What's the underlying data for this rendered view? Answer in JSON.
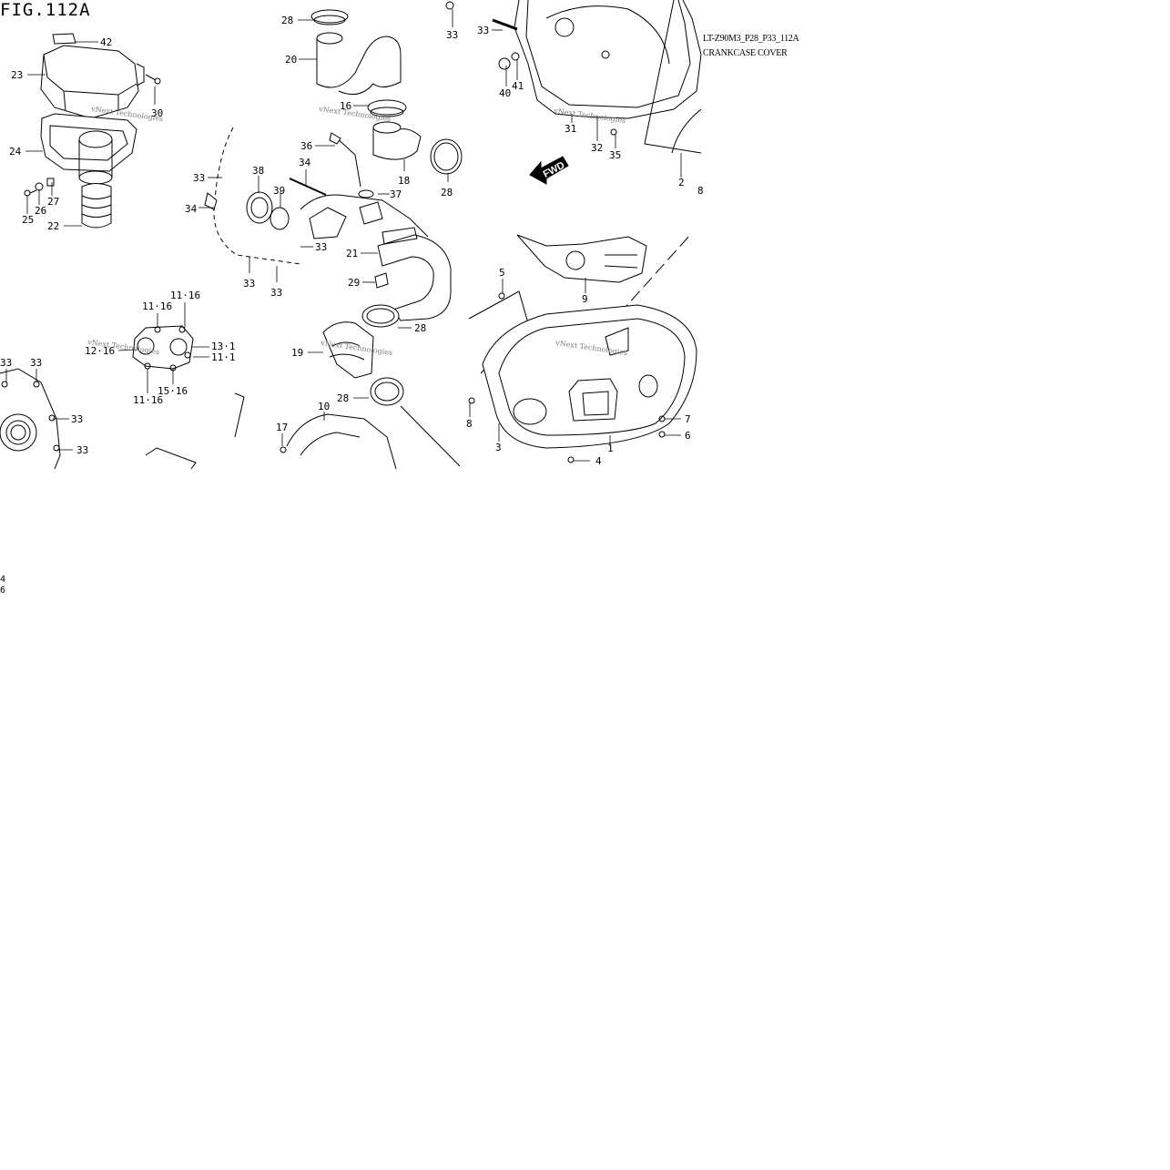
{
  "figure": {
    "title": "FIG.112A",
    "code": "LT-Z90M3_P28_P33_112A",
    "name": "CRANKCASE COVER",
    "watermark": "vNext Technologies",
    "direction_badge": "FWD",
    "edge_notes": [
      "4",
      "6"
    ]
  },
  "callouts": [
    "42",
    "23",
    "30",
    "24",
    "27",
    "26",
    "25",
    "22",
    "28",
    "20",
    "16",
    "36",
    "34",
    "37",
    "18",
    "28",
    "38",
    "39",
    "33",
    "34",
    "33",
    "33",
    "33",
    "21",
    "29",
    "28",
    "19",
    "28",
    "10",
    "17",
    "11·16",
    "11·16",
    "12·16",
    "13·1",
    "11·1",
    "15·16",
    "11·16",
    "33",
    "33",
    "33",
    "33",
    "33",
    "33",
    "40",
    "41",
    "31",
    "32",
    "35",
    "2",
    "8",
    "5",
    "9",
    "8",
    "3",
    "1",
    "4",
    "7",
    "6"
  ]
}
